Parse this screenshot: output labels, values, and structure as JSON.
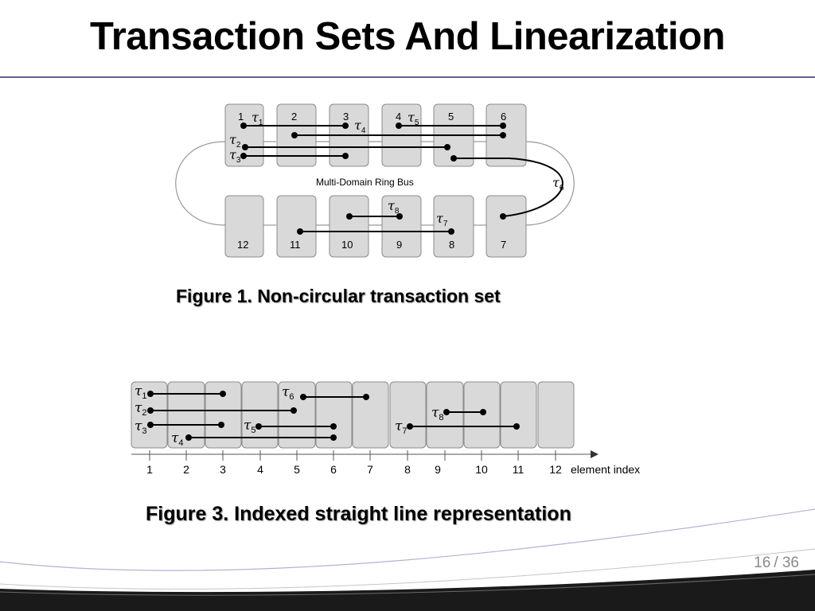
{
  "slide": {
    "title": "Transaction Sets And Linearization",
    "page_current": "16",
    "page_separator": "/ 36"
  },
  "figure1": {
    "caption": "Figure 1. Non-circular transaction set",
    "bus_label": "Multi-Domain Ring Bus",
    "top_boxes": [
      "1",
      "2",
      "3",
      "4",
      "5",
      "6"
    ],
    "bottom_boxes": [
      "12",
      "11",
      "10",
      "9",
      "8",
      "7"
    ],
    "transactions": [
      {
        "symbol": "τ",
        "index": "1"
      },
      {
        "symbol": "τ",
        "index": "2"
      },
      {
        "symbol": "τ",
        "index": "3"
      },
      {
        "symbol": "τ",
        "index": "4"
      },
      {
        "symbol": "τ",
        "index": "5"
      },
      {
        "symbol": "τ",
        "index": "6"
      },
      {
        "symbol": "τ",
        "index": "7"
      },
      {
        "symbol": "τ",
        "index": "8"
      }
    ]
  },
  "figure3": {
    "caption": "Figure 3. Indexed straight line representation",
    "axis_label": "element index",
    "ticks": [
      "1",
      "2",
      "3",
      "4",
      "5",
      "6",
      "7",
      "8",
      "9",
      "10",
      "11",
      "12"
    ],
    "transactions": [
      {
        "symbol": "τ",
        "index": "1"
      },
      {
        "symbol": "τ",
        "index": "2"
      },
      {
        "symbol": "τ",
        "index": "3"
      },
      {
        "symbol": "τ",
        "index": "4"
      },
      {
        "symbol": "τ",
        "index": "5"
      },
      {
        "symbol": "τ",
        "index": "6"
      },
      {
        "symbol": "τ",
        "index": "7"
      },
      {
        "symbol": "τ",
        "index": "8"
      }
    ]
  },
  "colors": {
    "rule": "#6a5a8c",
    "box_fill": "#d9d9d9",
    "box_stroke": "#8c8c8c",
    "footer_dark": "#1a1a1a"
  }
}
